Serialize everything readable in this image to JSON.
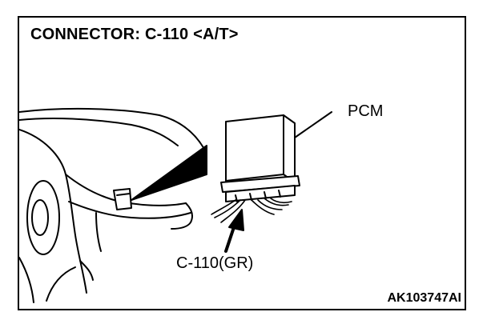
{
  "diagram": {
    "title": "CONNECTOR: C-110 <A/T>",
    "component_label": "PCM",
    "connector_label": "C-110(GR)",
    "figure_id": "AK103747AI"
  },
  "colors": {
    "ink": "#000000",
    "paper": "#ffffff"
  }
}
